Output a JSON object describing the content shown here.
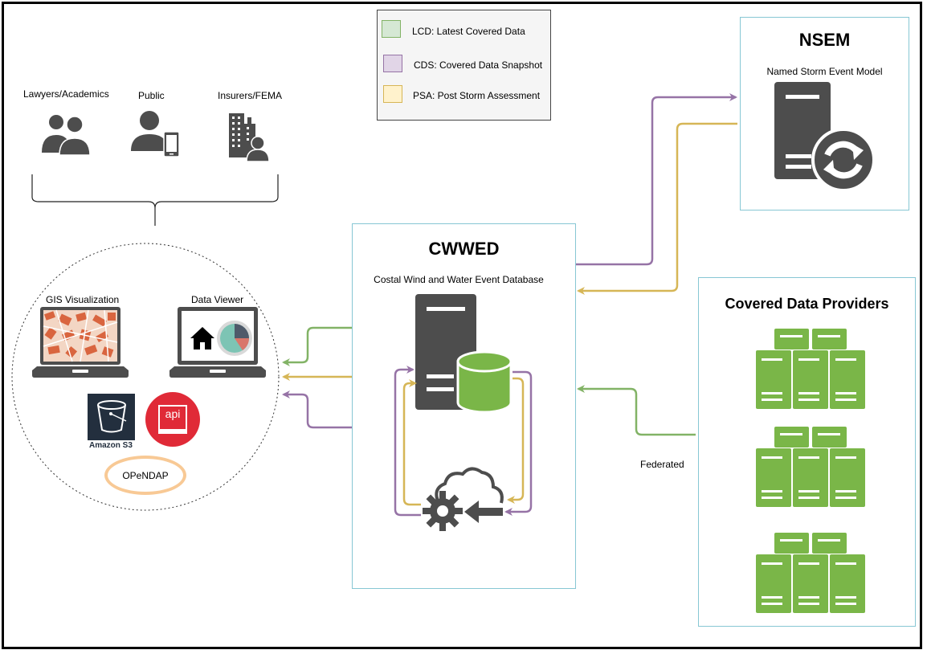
{
  "legend": {
    "items": [
      {
        "label": "LCD: Latest Covered Data",
        "color": "#d5e8d4"
      },
      {
        "label": "CDS: Covered Data Snapshot",
        "color": "#e1d5e7"
      },
      {
        "label": "PSA: Post Storm Assessment",
        "color": "#fff2cc"
      }
    ]
  },
  "users": {
    "groups": [
      {
        "label": "Lawyers/Academics",
        "icon": "people-group-icon"
      },
      {
        "label": "Public",
        "icon": "person-with-phone-icon"
      },
      {
        "label": "Insurers/FEMA",
        "icon": "building-person-icon"
      }
    ]
  },
  "access": {
    "gis_label": "GIS Visualization",
    "viewer_label": "Data Viewer",
    "s3_label": "Amazon S3",
    "api_label": "api",
    "opendap_label": "OPeNDAP"
  },
  "cwwed": {
    "title": "CWWED",
    "subtitle": "Costal Wind and Water Event Database"
  },
  "nsem": {
    "title": "NSEM",
    "subtitle": "Named Storm Event Model"
  },
  "providers": {
    "title": "Covered Data Providers",
    "federated_label": "Federated"
  },
  "colors": {
    "green": "#82b366",
    "purple": "#9673a6",
    "gold": "#d6b656",
    "server_dark": "#4d4d4d",
    "server_green": "#7ab648",
    "box_border": "#87c7d4",
    "api_red": "#e02a37",
    "s3_dark": "#232f3e",
    "opendap_ring": "#f8c995"
  }
}
